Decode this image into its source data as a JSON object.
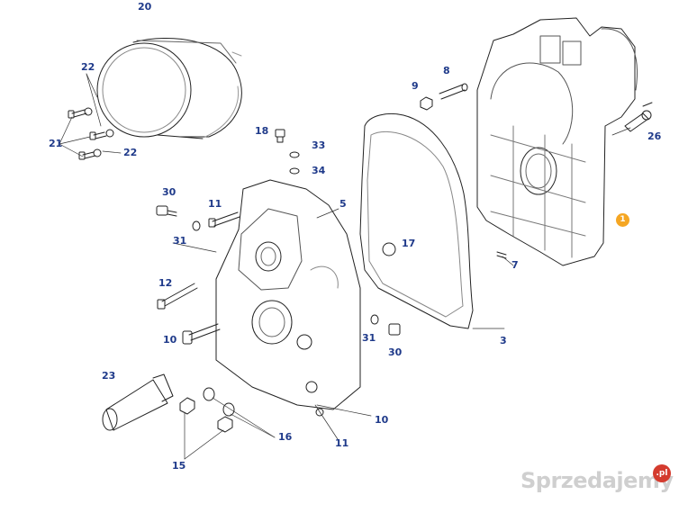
{
  "callouts": [
    {
      "id": "lbl-20",
      "text": "20"
    },
    {
      "id": "lbl-22a",
      "text": "22"
    },
    {
      "id": "lbl-21",
      "text": "21"
    },
    {
      "id": "lbl-22b",
      "text": "22"
    },
    {
      "id": "lbl-18",
      "text": "18"
    },
    {
      "id": "lbl-33",
      "text": "33"
    },
    {
      "id": "lbl-34",
      "text": "34"
    },
    {
      "id": "lbl-9",
      "text": "9"
    },
    {
      "id": "lbl-8",
      "text": "8"
    },
    {
      "id": "lbl-26",
      "text": "26"
    },
    {
      "id": "lbl-30a",
      "text": "30"
    },
    {
      "id": "lbl-11a",
      "text": "11"
    },
    {
      "id": "lbl-5",
      "text": "5"
    },
    {
      "id": "lbl-31a",
      "text": "31"
    },
    {
      "id": "lbl-17",
      "text": "17"
    },
    {
      "id": "lbl-7",
      "text": "7"
    },
    {
      "id": "lbl-12",
      "text": "12"
    },
    {
      "id": "lbl-10a",
      "text": "10"
    },
    {
      "id": "lbl-31b",
      "text": "31"
    },
    {
      "id": "lbl-30b",
      "text": "30"
    },
    {
      "id": "lbl-3",
      "text": "3"
    },
    {
      "id": "lbl-23",
      "text": "23"
    },
    {
      "id": "lbl-10b",
      "text": "10"
    },
    {
      "id": "lbl-16",
      "text": "16"
    },
    {
      "id": "lbl-11b",
      "text": "11"
    },
    {
      "id": "lbl-15",
      "text": "15"
    }
  ],
  "badge": "1",
  "watermark": {
    "text": "Sprzedajemy",
    "suffix": ".pl"
  }
}
